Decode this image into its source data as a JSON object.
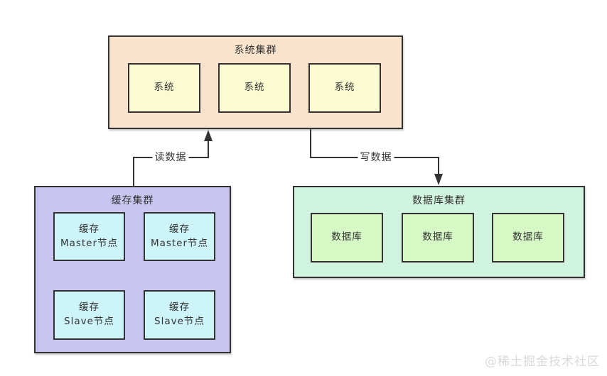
{
  "colors": {
    "background": "#ffffff",
    "line": "#333333",
    "border": "#333333",
    "text": "#333333",
    "system_cluster_fill": "#fae3cd",
    "system_node_fill": "#fbfbd2",
    "cache_cluster_fill": "#c8c5ef",
    "cache_node_fill": "#cdf4f9",
    "db_cluster_fill": "#d0f4e0",
    "db_node_fill": "#d5f8c5",
    "watermark_color": "#d9d9d9"
  },
  "system_cluster": {
    "title": "系统集群",
    "nodes": [
      {
        "label": "系统"
      },
      {
        "label": "系统"
      },
      {
        "label": "系统"
      }
    ]
  },
  "cache_cluster": {
    "title": "缓存集群",
    "masters": [
      {
        "line1": "缓存",
        "line2": "Master节点"
      },
      {
        "line1": "缓存",
        "line2": "Master节点"
      }
    ],
    "slaves": [
      {
        "line1": "缓存",
        "line2": "Slave节点"
      },
      {
        "line1": "缓存",
        "line2": "Slave节点"
      }
    ]
  },
  "db_cluster": {
    "title": "数据库集群",
    "nodes": [
      {
        "label": "数据库"
      },
      {
        "label": "数据库"
      },
      {
        "label": "数据库"
      }
    ]
  },
  "edges": {
    "read_label": "读数据",
    "write_label": "写数据"
  },
  "watermark": {
    "text": "@稀土掘金技术社区"
  }
}
